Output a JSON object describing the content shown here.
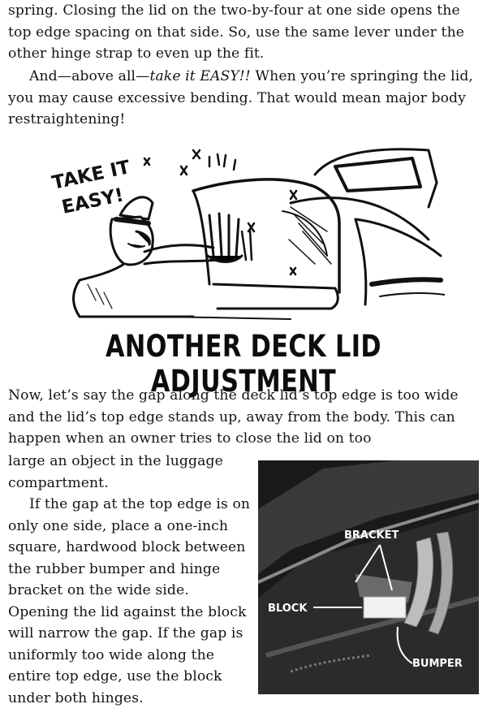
{
  "paragraphs": {
    "p1": "spring. Closing the lid on the two-by-four at one side opens the top edge spacing on that side. So, use the same lever under the other hinge strap to even up the fit.",
    "p2_before": "And—above all—",
    "p2_italic": "take it EASY!!",
    "p2_after": " When you’re springing the lid, you may cause excessive bending. That would mean major body restraightening!",
    "p3": "Now, let’s say the gap along the deck lid’s top edge is too wide and the lid’s top edge stands up, away from the body. This can happen when an owner tries to close the lid on too",
    "p4": "large an object in the luggage compartment.",
    "p5": "If the gap at the top edge is on only one side, place a one-inch square, hardwood block between the rubber bumper and hinge bracket on the wide side. Opening the lid against the block will narrow the gap. If the gap is uniformly too wide along the entire top edge, use the block under both hinges."
  },
  "cartoon": {
    "caption_line1": "TAKE IT",
    "caption_line2": "EASY!"
  },
  "heading": "ANOTHER DECK LID ADJUSTMENT",
  "photo": {
    "label_bracket": "BRACKET",
    "label_block": "BLOCK",
    "label_bumper": "BUMPER"
  }
}
